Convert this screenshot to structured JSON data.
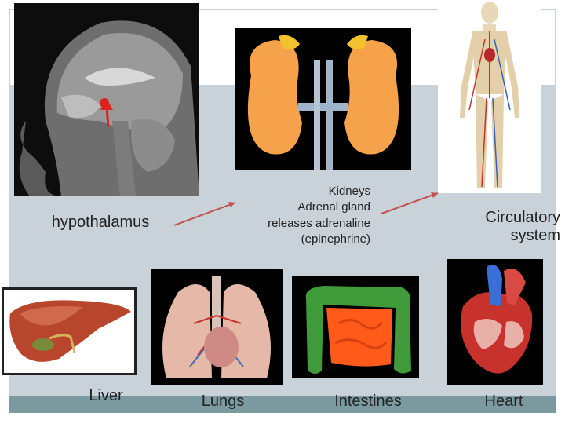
{
  "labels": {
    "hypothalamus": "hypothalamus",
    "kidneys_line1": "Kidneys",
    "kidneys_line2": "Adrenal gland",
    "kidneys_line3": "releases adrenaline",
    "kidneys_line4": "(epinephrine)",
    "circulatory_line1": "Circulatory",
    "circulatory_line2": "system",
    "liver": "Liver",
    "lungs": "Lungs",
    "intestines": "Intestines",
    "heart": "Heart"
  },
  "colors": {
    "band": "#c9d2d8",
    "bottom_bar": "#7a9aa0",
    "arrow": "#c0504d"
  },
  "icons": {
    "brain_mri": "brain-mri-image",
    "kidneys": "kidneys-image",
    "body": "circulatory-body-image",
    "liver": "liver-image",
    "lungs": "lungs-image",
    "intestines": "intestines-image",
    "heart": "heart-image"
  }
}
